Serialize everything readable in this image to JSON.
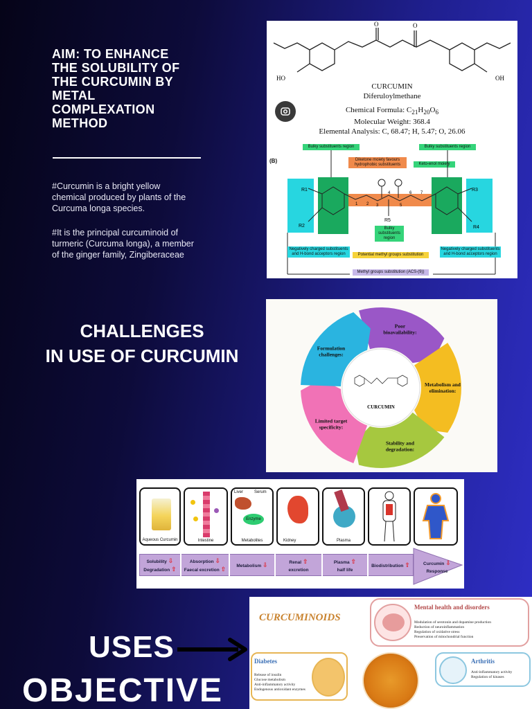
{
  "aim": {
    "lines": [
      "AIM: TO ENHANCE",
      "THE SOLUBILITY OF",
      "THE CURCUMIN BY",
      "METAL",
      "COMPLEXATION",
      "METHOD"
    ]
  },
  "intro": {
    "p1_lines": [
      "#Curcumin is a bright yellow",
      "chemical produced by plants of the",
      "Curcuma longa species."
    ],
    "p2_lines": [
      "#It is the principal curcuminoid of",
      "turmeric (Curcuma longa), a member",
      "of the ginger family, Zingiberaceae"
    ]
  },
  "challenges_heading": [
    "CHALLENGES",
    "IN USE OF CURCUMIN"
  ],
  "uses_label": "USES",
  "objective_label": "OBJECTIVE",
  "structure": {
    "name": "CURCUMIN",
    "alt_name": "Diferuloylmethane",
    "formula_prefix": "Chemical Formula: C",
    "formula_sub1": "21",
    "formula_h": "H",
    "formula_sub2": "20",
    "formula_o": "O",
    "formula_sub3": "6",
    "weight": "Molecular Weight: 368.4",
    "analysis": "Elemental Analysis: C, 68.47; H, 5.47; O, 26.06",
    "labels": {
      "o_left": "O",
      "o_right": "O",
      "ho": "HO",
      "oh": "OH"
    }
  },
  "sar": {
    "panel_label": "(B)",
    "bulky_left": "Bulky substituents region",
    "bulky_right": "Bulky substituents region",
    "diketone": "Diketone moiety favours hydrophobic substituents",
    "keto_enol": "Keto-enol moiety",
    "r_labels": [
      "R1",
      "R2",
      "R3",
      "R4",
      "R5"
    ],
    "chain_numbers": [
      "1",
      "2",
      "3",
      "4",
      "5",
      "6",
      "7"
    ],
    "bulky_center": "Bulky substituents region",
    "neg_left": "Negatively charged substituents and H-bond acceptors region",
    "neg_right": "Negatively charged substituents and H-bond acceptors region",
    "methyl_potential": "Potential methyl groups substitution",
    "methyl_acs": "Methyl groups substitution (ACS-(9))"
  },
  "cycle": {
    "center_label": "CURCUMIN",
    "segments": [
      {
        "label1": "Poor",
        "label2": "bioavailability:",
        "color": "#9a57c7"
      },
      {
        "label1": "Metabolism and",
        "label2": "elimination:",
        "color": "#f4bd21"
      },
      {
        "label1": "Stability and",
        "label2": "degradation:",
        "color": "#a6c83f"
      },
      {
        "label1": "Limited target",
        "label2": "specificity:",
        "color": "#f172b6"
      },
      {
        "label1": "Formulation",
        "label2": "challenges:",
        "color": "#2ab4e0"
      }
    ]
  },
  "pk": {
    "tiles": [
      "Aqueous Curcumin",
      "Intestine",
      "Metabolites",
      "Kidney",
      "Plasma",
      "",
      ""
    ],
    "liver": "Liver",
    "serum": "Serum",
    "enzyme": "Enzyme",
    "steps": [
      {
        "l1": "Solubility",
        "l2": "Degradation"
      },
      {
        "l1": "Absorption",
        "l2": "Faecal excretion"
      },
      {
        "l1": "Metabolism",
        "l2": ""
      },
      {
        "l1": "Renal",
        "l2": "excretion"
      },
      {
        "l1": "Plasma",
        "l2": "half life"
      },
      {
        "l1": "Biodistribution",
        "l2": ""
      },
      {
        "l1": "Curcumin",
        "l2": "Response"
      }
    ]
  },
  "uses_panel": {
    "title": "CURCUMINOIDS",
    "mental": {
      "title": "Mental health and disorders",
      "items": [
        "Modulation of serotonin and dopamine production",
        "Reduction of neuroinflammation",
        "Regulation of oxidative stress",
        "Preservation of mitochondrial function"
      ]
    },
    "diabetes": {
      "title": "Diabetes",
      "items": [
        "Release of insulin",
        "Glucose metabolism",
        "Anti-inflammatory activity",
        "Endogenous antioxidant enzymes"
      ]
    },
    "arthritis": {
      "title": "Arthritis",
      "items": [
        "Anti-inflammatory activity",
        "Regulation of kinases"
      ]
    }
  },
  "colors": {
    "green_box": "#35d47a",
    "teal_box": "#27d6e0",
    "orange_box": "#f08a4b",
    "yellow_box": "#f6d23a",
    "lavender_box": "#c7b8e8",
    "pk_bar": "#c2a5d9"
  },
  "icons": [
    "lens-search-icon",
    "arrow-right-icon",
    "down-arrow-icon",
    "up-arrow-icon"
  ]
}
